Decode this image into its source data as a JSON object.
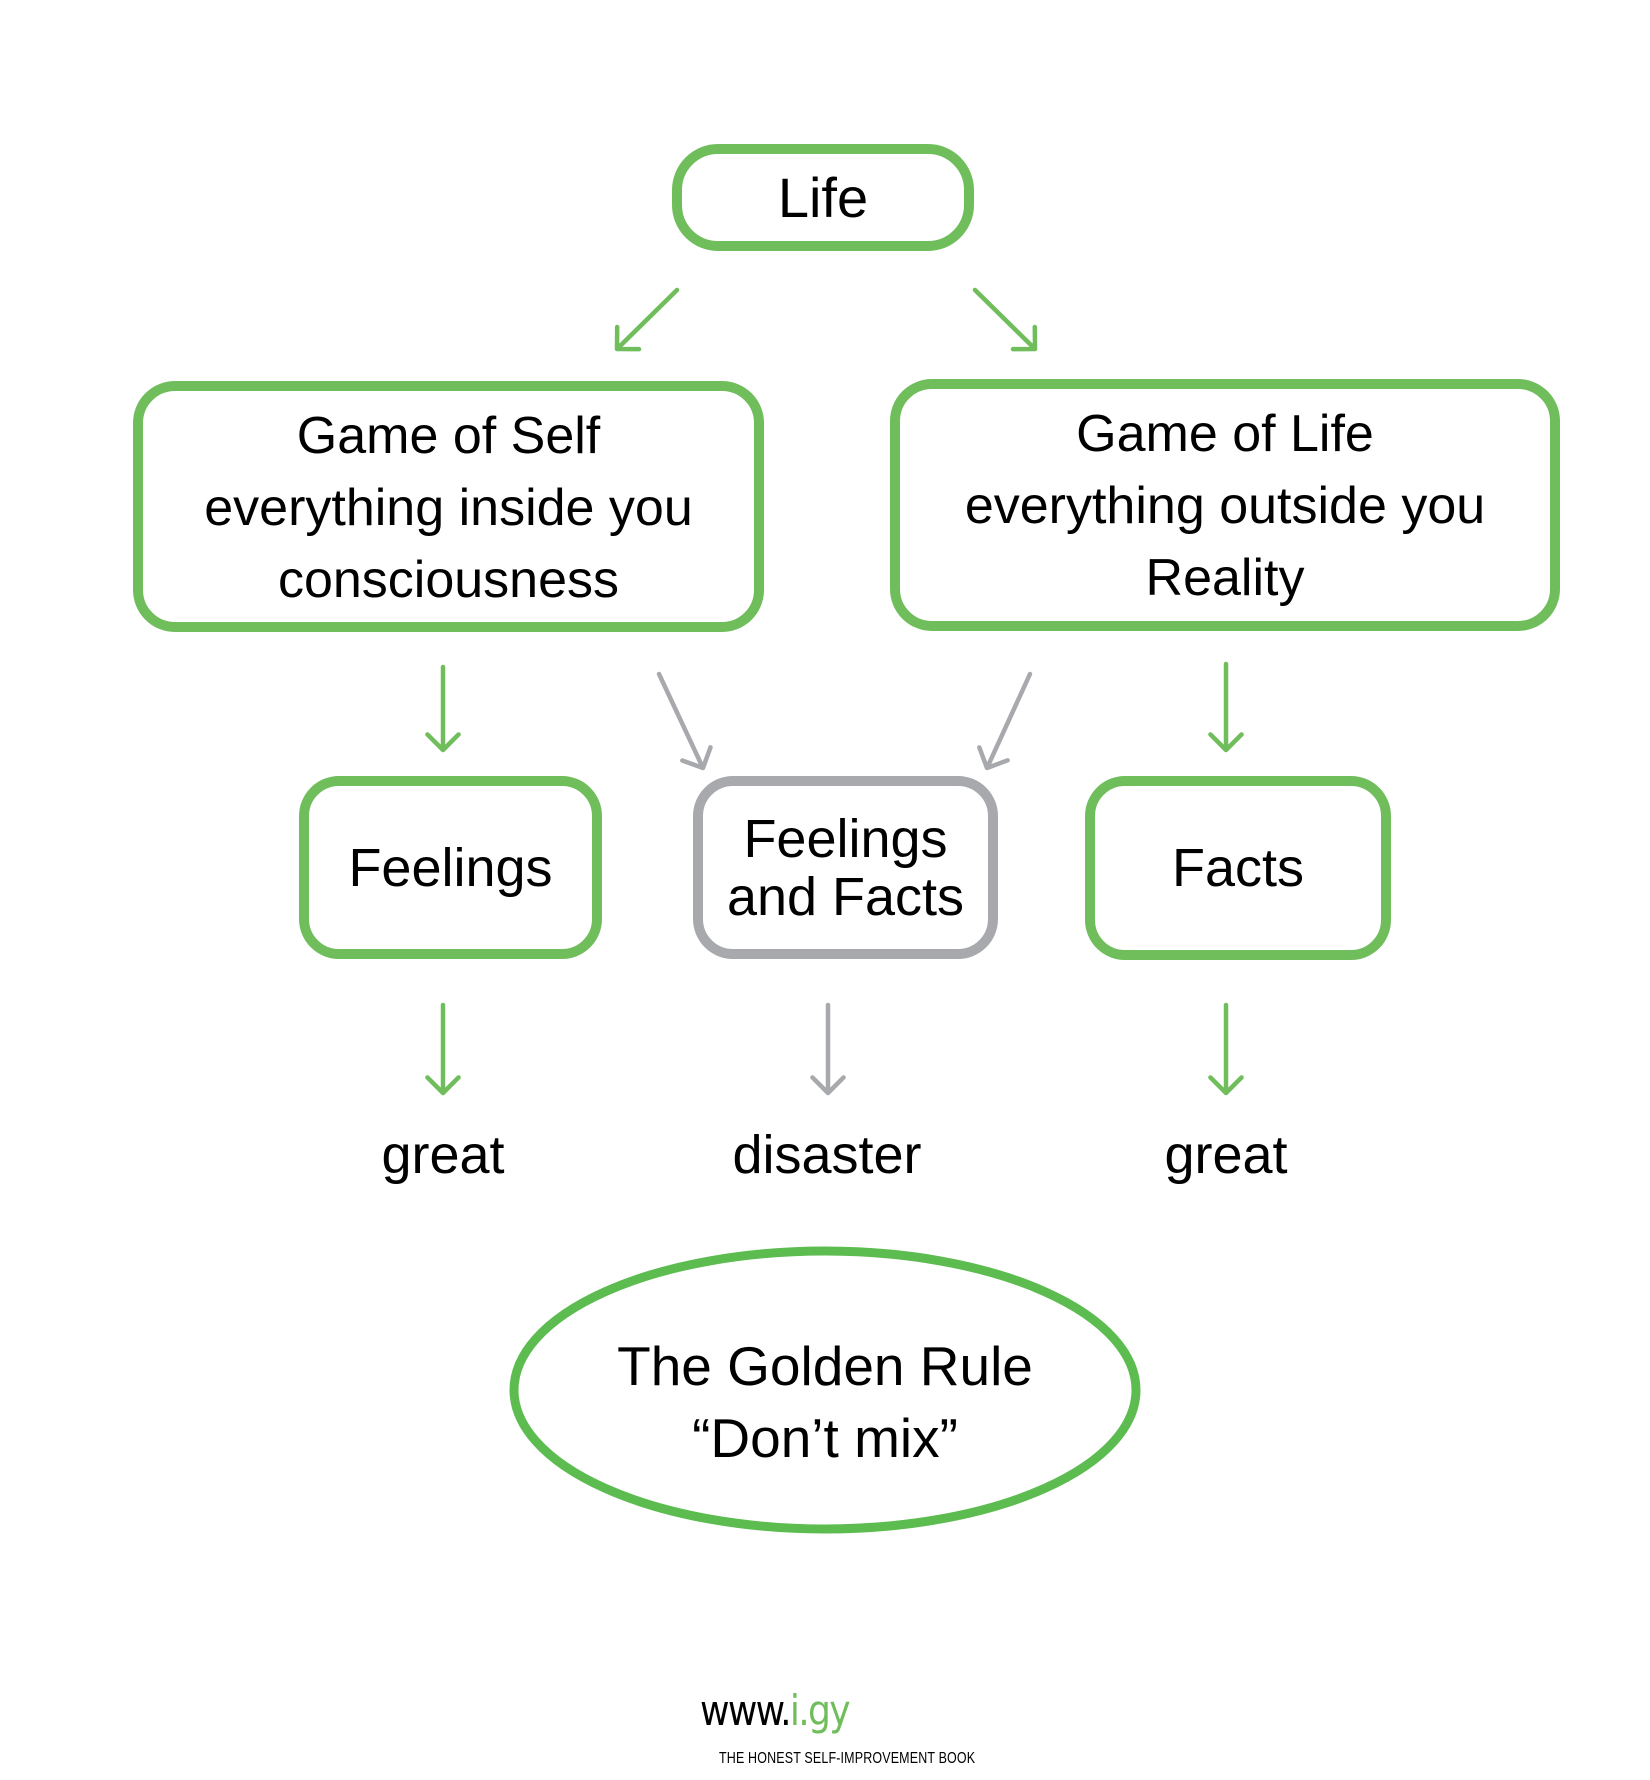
{
  "colors": {
    "green": "#70bd5c",
    "ellipse_green": "#5cbc50",
    "gray": "#a7a9ac",
    "text": "#000000"
  },
  "root": {
    "label": "Life"
  },
  "branches": [
    {
      "id": "self",
      "lines": [
        "Game of Self",
        "everything inside you",
        "consciousness"
      ],
      "color": "green"
    },
    {
      "id": "reality",
      "lines": [
        "Game of Life",
        "everything outside you",
        "Reality"
      ],
      "color": "green"
    }
  ],
  "categories": [
    {
      "id": "feelings",
      "lines": [
        "Feelings"
      ],
      "color": "green",
      "outcome": "great"
    },
    {
      "id": "mixed",
      "lines": [
        "Feelings",
        "and Facts"
      ],
      "color": "gray",
      "outcome": "disaster"
    },
    {
      "id": "facts",
      "lines": [
        "Facts"
      ],
      "color": "green",
      "outcome": "great"
    }
  ],
  "edges": [
    {
      "from": "Life",
      "to": "Game of Self",
      "color": "green"
    },
    {
      "from": "Life",
      "to": "Game of Life",
      "color": "green"
    },
    {
      "from": "Game of Self",
      "to": "Feelings",
      "color": "green"
    },
    {
      "from": "Game of Self",
      "to": "Feelings and Facts",
      "color": "gray"
    },
    {
      "from": "Game of Life",
      "to": "Feelings and Facts",
      "color": "gray"
    },
    {
      "from": "Game of Life",
      "to": "Facts",
      "color": "green"
    },
    {
      "from": "Feelings",
      "to": "great",
      "color": "green"
    },
    {
      "from": "Feelings and Facts",
      "to": "disaster",
      "color": "gray"
    },
    {
      "from": "Facts",
      "to": "great",
      "color": "green"
    }
  ],
  "golden_rule": {
    "title": "The Golden Rule",
    "quote": "“Don’t mix”"
  },
  "footer": {
    "url_prefix": "www.",
    "url_domain": "i.gy",
    "tagline": "THE HONEST SELF-IMPROVEMENT BOOK"
  }
}
